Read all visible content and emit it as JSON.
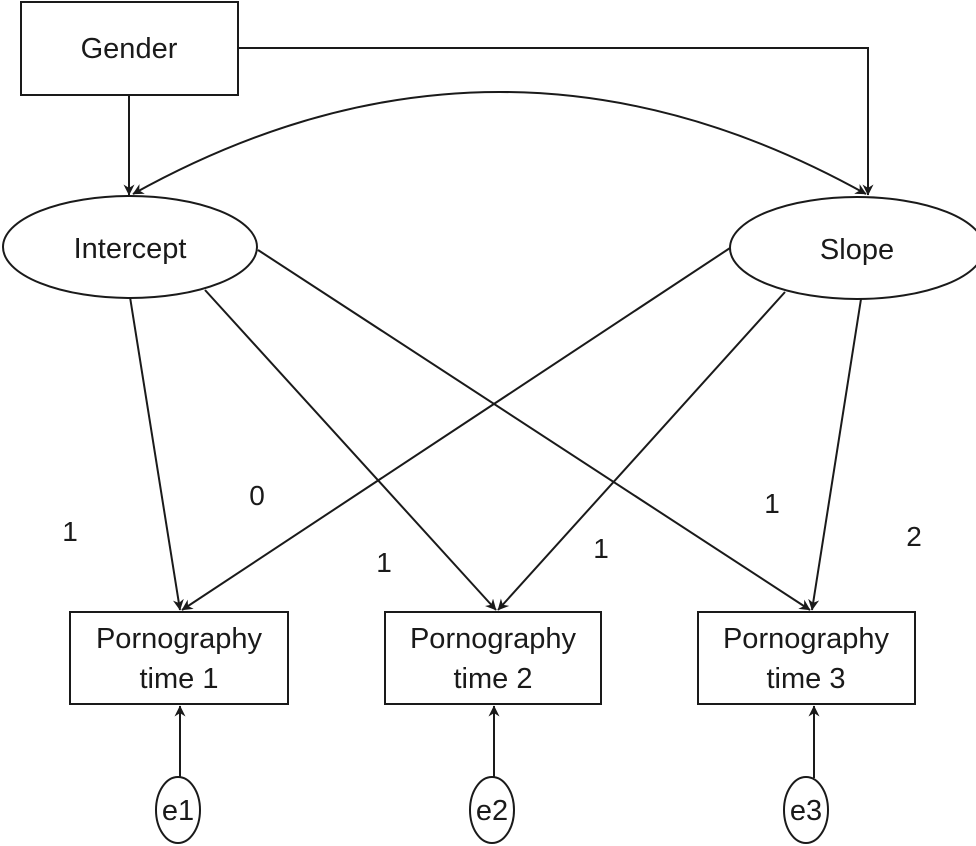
{
  "diagram": {
    "type": "path-diagram",
    "nodes": {
      "gender": {
        "label": "Gender",
        "kind": "observed"
      },
      "intercept": {
        "label": "Intercept",
        "kind": "latent"
      },
      "slope": {
        "label": "Slope",
        "kind": "latent"
      },
      "time1": {
        "line1": "Pornography",
        "line2": "time 1",
        "kind": "observed"
      },
      "time2": {
        "line1": "Pornography",
        "line2": "time 2",
        "kind": "observed"
      },
      "time3": {
        "line1": "Pornography",
        "line2": "time 3",
        "kind": "observed"
      },
      "e1": {
        "label": "e1",
        "kind": "error"
      },
      "e2": {
        "label": "e2",
        "kind": "error"
      },
      "e3": {
        "label": "e3",
        "kind": "error"
      }
    },
    "loadings": {
      "intercept_time1": "1",
      "slope_time1": "0",
      "intercept_time2": "1",
      "slope_time2": "1",
      "intercept_time3": "1",
      "slope_time3": "2"
    },
    "edges": [
      {
        "from": "gender",
        "to": "intercept",
        "type": "directed"
      },
      {
        "from": "gender",
        "to": "slope",
        "type": "directed"
      },
      {
        "from": "intercept",
        "to": "slope",
        "type": "covariance"
      },
      {
        "from": "intercept",
        "to": "time1",
        "type": "directed"
      },
      {
        "from": "intercept",
        "to": "time2",
        "type": "directed"
      },
      {
        "from": "intercept",
        "to": "time3",
        "type": "directed"
      },
      {
        "from": "slope",
        "to": "time1",
        "type": "directed"
      },
      {
        "from": "slope",
        "to": "time2",
        "type": "directed"
      },
      {
        "from": "slope",
        "to": "time3",
        "type": "directed"
      },
      {
        "from": "e1",
        "to": "time1",
        "type": "directed"
      },
      {
        "from": "e2",
        "to": "time2",
        "type": "directed"
      },
      {
        "from": "e3",
        "to": "time3",
        "type": "directed"
      }
    ]
  }
}
